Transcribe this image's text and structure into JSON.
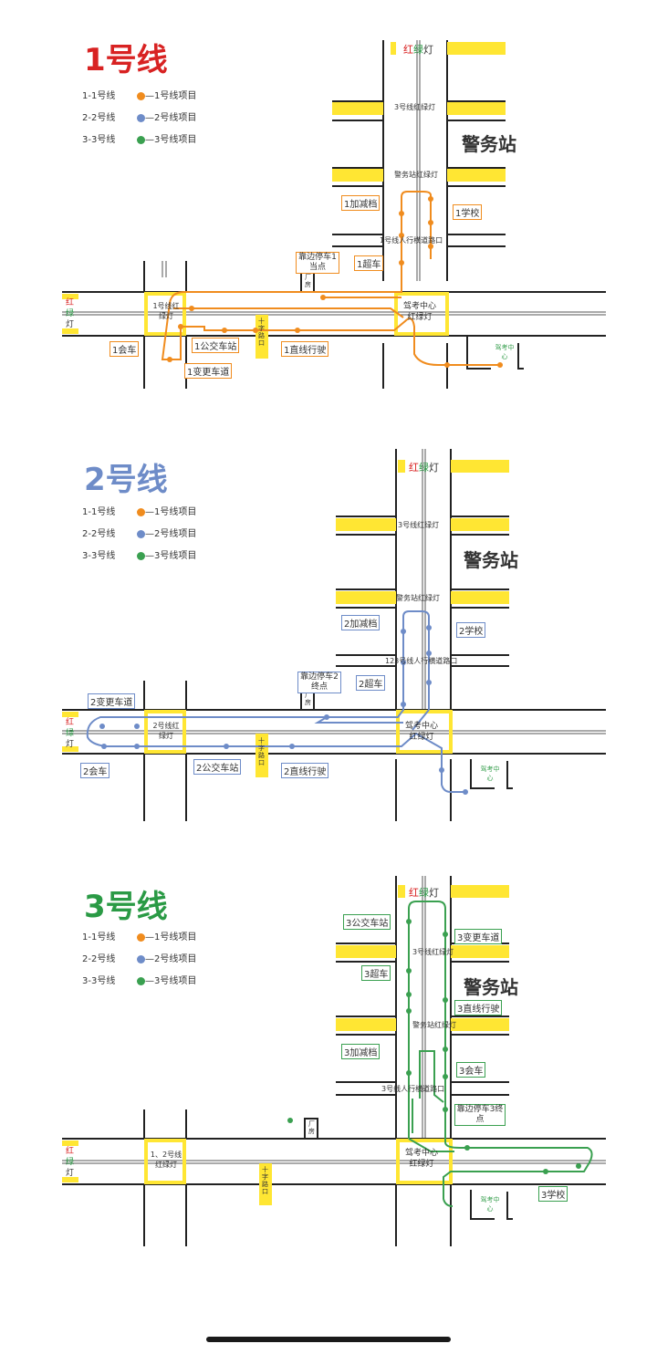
{
  "legend": [
    {
      "code": "1-1号线",
      "label": "—1号线项目",
      "color": "#f08c1e"
    },
    {
      "code": "2-2号线",
      "label": "—2号线项目",
      "color": "#6e8cc8"
    },
    {
      "code": "3-3号线",
      "label": "—3号线项目",
      "color": "#3aa050"
    }
  ],
  "common": {
    "police_station": "警务站",
    "traffic_light_top": "红绿灯",
    "light_red": "红",
    "light_green": "绿",
    "light_lamp": "灯",
    "line3_light": "3号线红绿灯",
    "station_light": "警务站红绿灯",
    "center_line1": "驾考中心",
    "center_line2": "红绿灯",
    "left_red": "红",
    "left_green": "绿",
    "left_lamp": "灯",
    "factory": "厂房",
    "cross_road": "十字路口",
    "exam_center": "驾考中心"
  },
  "panels": [
    {
      "title": "1号线",
      "title_color": "#d82222",
      "route_color": "#f08c1e",
      "crosswalk": "1号线人行横道路口",
      "left_light": "1号线红绿灯",
      "labels": [
        "1加减档",
        "1学校",
        "靠边停车1当点",
        "1超车",
        "1会车",
        "1公交车站",
        "1直线行驶",
        "1变更车道"
      ]
    },
    {
      "title": "2号线",
      "title_color": "#6e8cc8",
      "route_color": "#6e8cc8",
      "crosswalk": "123号线人行横道路口",
      "left_light": "2号线红绿灯",
      "labels": [
        "2加减档",
        "2学校",
        "靠边停车2终点",
        "2超车",
        "2变更车道",
        "2会车",
        "2公交车站",
        "2直线行驶"
      ]
    },
    {
      "title": "3号线",
      "title_color": "#2a9a45",
      "route_color": "#3aa050",
      "crosswalk": "3号线人行横道路口",
      "left_light": "1、2号线红绿灯",
      "labels": [
        "3公交车站",
        "3变更车道",
        "3超车",
        "3直线行驶",
        "3加减档",
        "3会车",
        "靠边停车3终点",
        "3学校"
      ]
    }
  ]
}
